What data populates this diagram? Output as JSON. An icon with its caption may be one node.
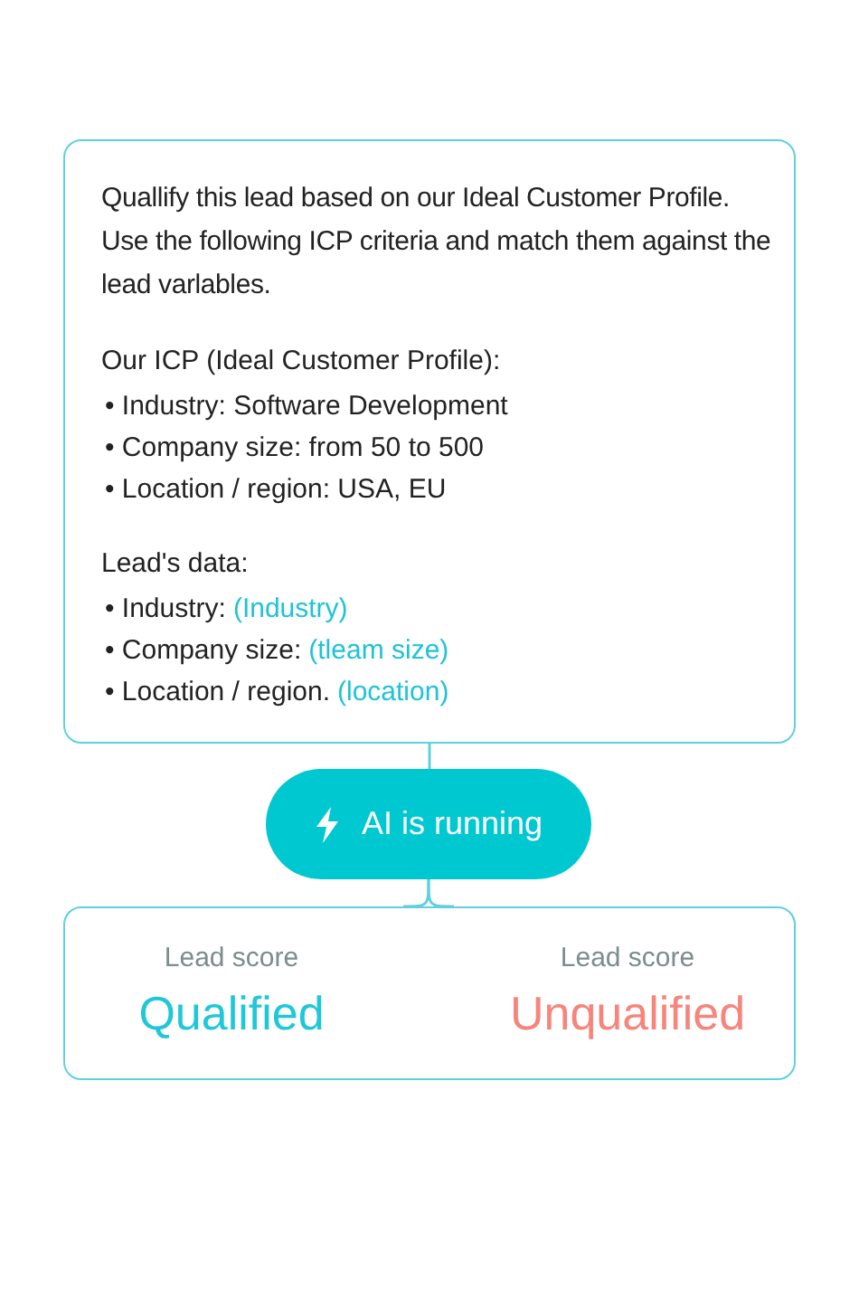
{
  "diagram": {
    "nodes": [
      {
        "text": [
          "Quallify this lead based on our Ideal Customer Profile. Use the following ICP criteria and match them against the lead varlables.",
          "Our ICP (Ideal Customer Profile):",
          "• Industry: Software Development",
          "• Company size: from 50 to 500",
          "• Location / region: USA, EU",
          "Lead's data:",
          "• Industry:",
          "(Industry)",
          "• Company size:",
          "(tleam size)",
          "• Location / region.",
          "(location)"
        ]
      },
      {
        "text": [
          "AI is running"
        ]
      },
      {
        "text": [],
        "shape": "box"
      },
      {
        "text": [
          "Lead score",
          "Qualified"
        ],
        "in": 2
      },
      {
        "text": [
          "Lead score",
          "Unqualified"
        ],
        "in": 2
      }
    ],
    "edges": [
      {
        "from": 0,
        "to": 1,
        "arrow": "none"
      },
      {
        "from": 1,
        "to": 2,
        "arrow": "none"
      },
      {
        "from": 1,
        "to": 2,
        "arrow": "none"
      }
    ]
  }
}
